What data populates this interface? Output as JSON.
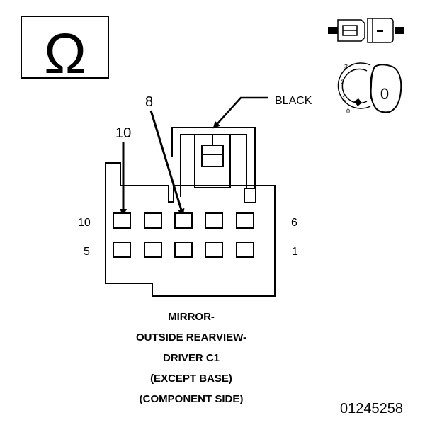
{
  "icons": {
    "ohm_symbol": "Ω",
    "connector_icon": "connector-icon",
    "ignition_key_icon": "ignition-key-icon"
  },
  "ignition": {
    "positions": [
      "3",
      "2",
      "1",
      "0"
    ],
    "key_label": "0"
  },
  "callouts": {
    "color": "BLACK",
    "pin_10": "10",
    "pin_8": "8"
  },
  "connector": {
    "row_labels": {
      "top_left": "10",
      "top_right": "6",
      "bottom_left": "5",
      "bottom_right": "1"
    }
  },
  "title_lines": [
    "MIRROR-",
    "OUTSIDE REARVIEW-",
    "DRIVER C1",
    "(EXCEPT BASE)",
    "(COMPONENT SIDE)"
  ],
  "document_number": "01245258"
}
